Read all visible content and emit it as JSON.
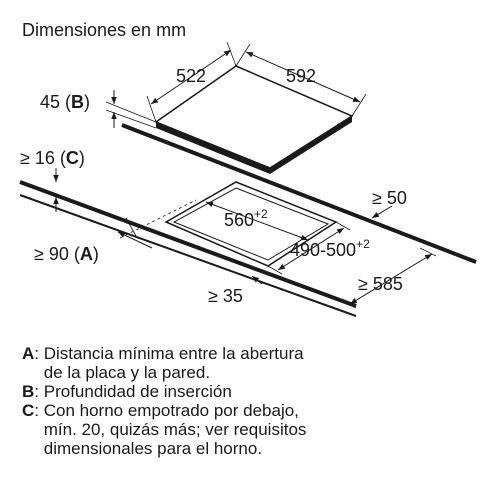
{
  "diagram": {
    "title": "Dimensiones en mm",
    "hob_width": "522",
    "hob_depth": "592",
    "insertion_depth": "45",
    "insertion_key": "B",
    "gap_top": "≥ 16",
    "gap_top_key": "C",
    "cutout_width": "560",
    "cutout_width_tol": "+2",
    "cutout_depth": "490-500",
    "cutout_depth_tol": "+2",
    "wall_distance": "≥ 90",
    "wall_key": "A",
    "edge_right": "≥ 50",
    "edge_front": "≥ 35",
    "counter_depth": "≥ 585"
  },
  "legend": [
    {
      "key": "A",
      "text": "Distancia mínima entre la abertura\nde la placa y la pared."
    },
    {
      "key": "B",
      "text": "Profundidad de inserción"
    },
    {
      "key": "C",
      "text": "Con horno empotrado por debajo,\nmín. 20, quizás más; ver requisitos\ndimensionales para el horno."
    }
  ]
}
